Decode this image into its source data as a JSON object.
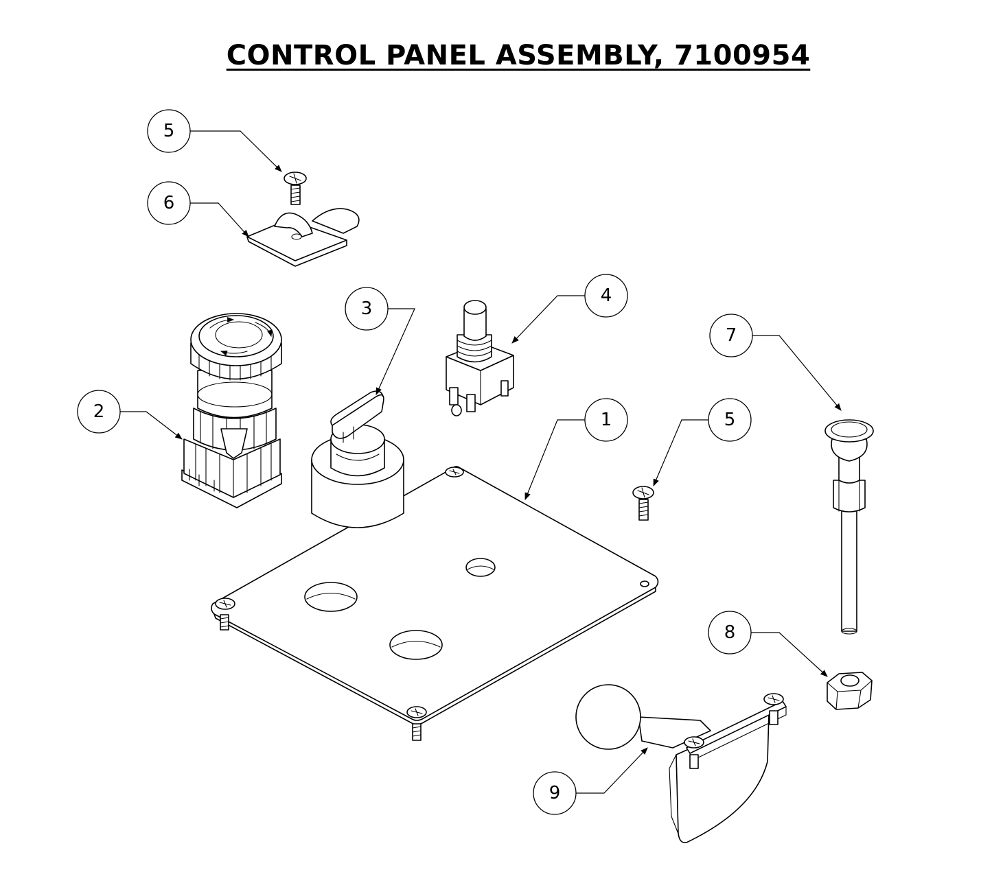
{
  "title": "CONTROL PANEL ASSEMBLY, 7100954",
  "callouts": [
    {
      "id": "5a",
      "label": "5"
    },
    {
      "id": "6",
      "label": "6"
    },
    {
      "id": "3",
      "label": "3"
    },
    {
      "id": "4",
      "label": "4"
    },
    {
      "id": "7",
      "label": "7"
    },
    {
      "id": "2",
      "label": "2"
    },
    {
      "id": "1",
      "label": "1"
    },
    {
      "id": "5b",
      "label": "5"
    },
    {
      "id": "8",
      "label": "8"
    },
    {
      "id": "9",
      "label": "9"
    }
  ]
}
